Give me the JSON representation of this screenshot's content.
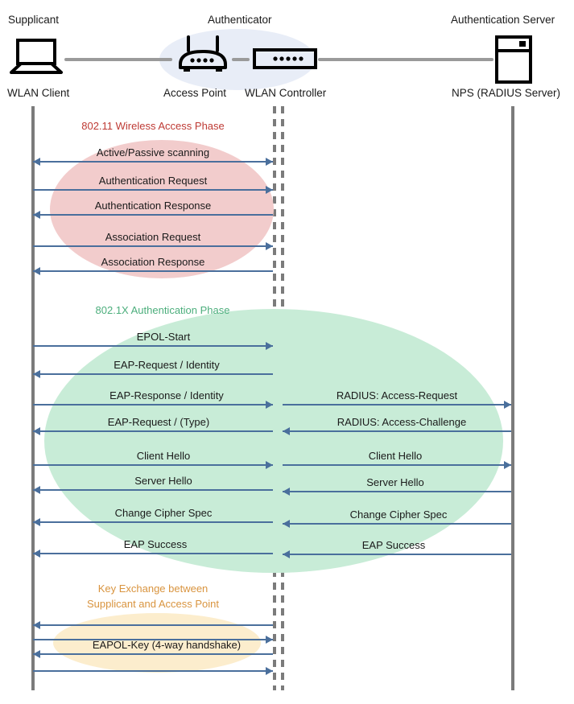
{
  "diagram": {
    "title": "802.1X / WPA2-Enterprise WLAN authentication sequence",
    "colors": {
      "arrow": "#4a6f9c",
      "lifeline": "#7b7b7b",
      "phase_red": "#be3a34",
      "phase_green": "#4cae7c",
      "phase_orange": "#d9943f",
      "ellipse_red": "#f2cccc",
      "ellipse_green": "#c8ecd7",
      "ellipse_orange": "#fcedcd",
      "authenticator_blob": "#e8edf7"
    }
  },
  "actors": [
    {
      "role": "Supplicant",
      "node": "WLAN Client",
      "icon": "laptop-icon"
    },
    {
      "role": "Authenticator",
      "node": "Access Point",
      "icon": "access-point-icon"
    },
    {
      "role": "",
      "node": "WLAN Controller",
      "icon": "wlan-controller-icon"
    },
    {
      "role": "Authentication Server",
      "node": "NPS (RADIUS Server)",
      "icon": "server-icon"
    }
  ],
  "phases": [
    {
      "id": "wireless-access",
      "title": "802.11 Wireless Access Phase",
      "color": "#be3a34",
      "messages": [
        {
          "label": "Active/Passive scanning",
          "direction": "both",
          "side": "left"
        },
        {
          "label": "Authentication Request",
          "direction": "right",
          "side": "left"
        },
        {
          "label": "Authentication Response",
          "direction": "left",
          "side": "left"
        },
        {
          "label": "Association Request",
          "direction": "right",
          "side": "left"
        },
        {
          "label": "Association Response",
          "direction": "left",
          "side": "left"
        }
      ]
    },
    {
      "id": "dot1x-authentication",
      "title": "802.1X Authentication Phase",
      "color": "#4cae7c",
      "messages": [
        {
          "label": "EPOL-Start",
          "direction": "right",
          "side": "left"
        },
        {
          "label": "EAP-Request / Identity",
          "direction": "left",
          "side": "left"
        },
        {
          "label": "EAP-Response / Identity",
          "direction": "right",
          "side": "left"
        },
        {
          "label": "EAP-Request / (Type)",
          "direction": "left",
          "side": "left"
        },
        {
          "label": "Client Hello",
          "direction": "right",
          "side": "left"
        },
        {
          "label": "Server Hello",
          "direction": "left",
          "side": "left"
        },
        {
          "label": "Change Cipher Spec",
          "direction": "left",
          "side": "left"
        },
        {
          "label": "EAP Success",
          "direction": "left",
          "side": "left"
        },
        {
          "label": "RADIUS: Access-Request",
          "direction": "right",
          "side": "right"
        },
        {
          "label": "RADIUS: Access-Challenge",
          "direction": "left",
          "side": "right"
        },
        {
          "label": "Client Hello",
          "direction": "right",
          "side": "right"
        },
        {
          "label": "Server Hello",
          "direction": "left",
          "side": "right"
        },
        {
          "label": "Change Cipher Spec",
          "direction": "left",
          "side": "right"
        },
        {
          "label": "EAP Success",
          "direction": "left",
          "side": "right"
        }
      ]
    },
    {
      "id": "key-exchange",
      "title_line1": "Key Exchange between",
      "title_line2": "Supplicant and Access Point",
      "color": "#d9943f",
      "messages": [
        {
          "label": "",
          "direction": "left",
          "side": "left"
        },
        {
          "label": "",
          "direction": "right",
          "side": "left"
        },
        {
          "label": "EAPOL-Key (4-way handshake)",
          "direction": "left",
          "side": "left"
        },
        {
          "label": "",
          "direction": "right",
          "side": "left"
        }
      ]
    }
  ]
}
